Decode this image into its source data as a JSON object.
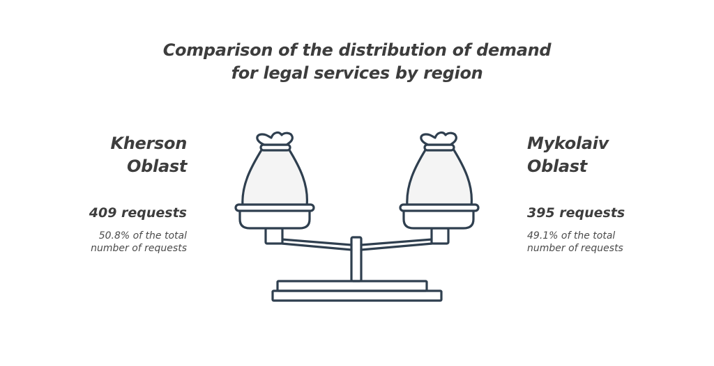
{
  "title": {
    "line1": "Comparison of the distribution of demand",
    "line2": "for legal services by region"
  },
  "left": {
    "region_line1": "Kherson",
    "region_line2": "Oblast",
    "requests": "409 requests",
    "share_line1": "50.8% of the total",
    "share_line2": "number of requests"
  },
  "right": {
    "region_line1": "Mykolaiv",
    "region_line2": "Oblast",
    "requests": "395 requests",
    "share_line1": "49.1% of the total",
    "share_line2": "number of requests"
  },
  "illustration": {
    "icon": "balance-scale-with-money-bags-icon",
    "stroke_color": "#2f3f4f",
    "fill_color": "#f4f4f4"
  }
}
